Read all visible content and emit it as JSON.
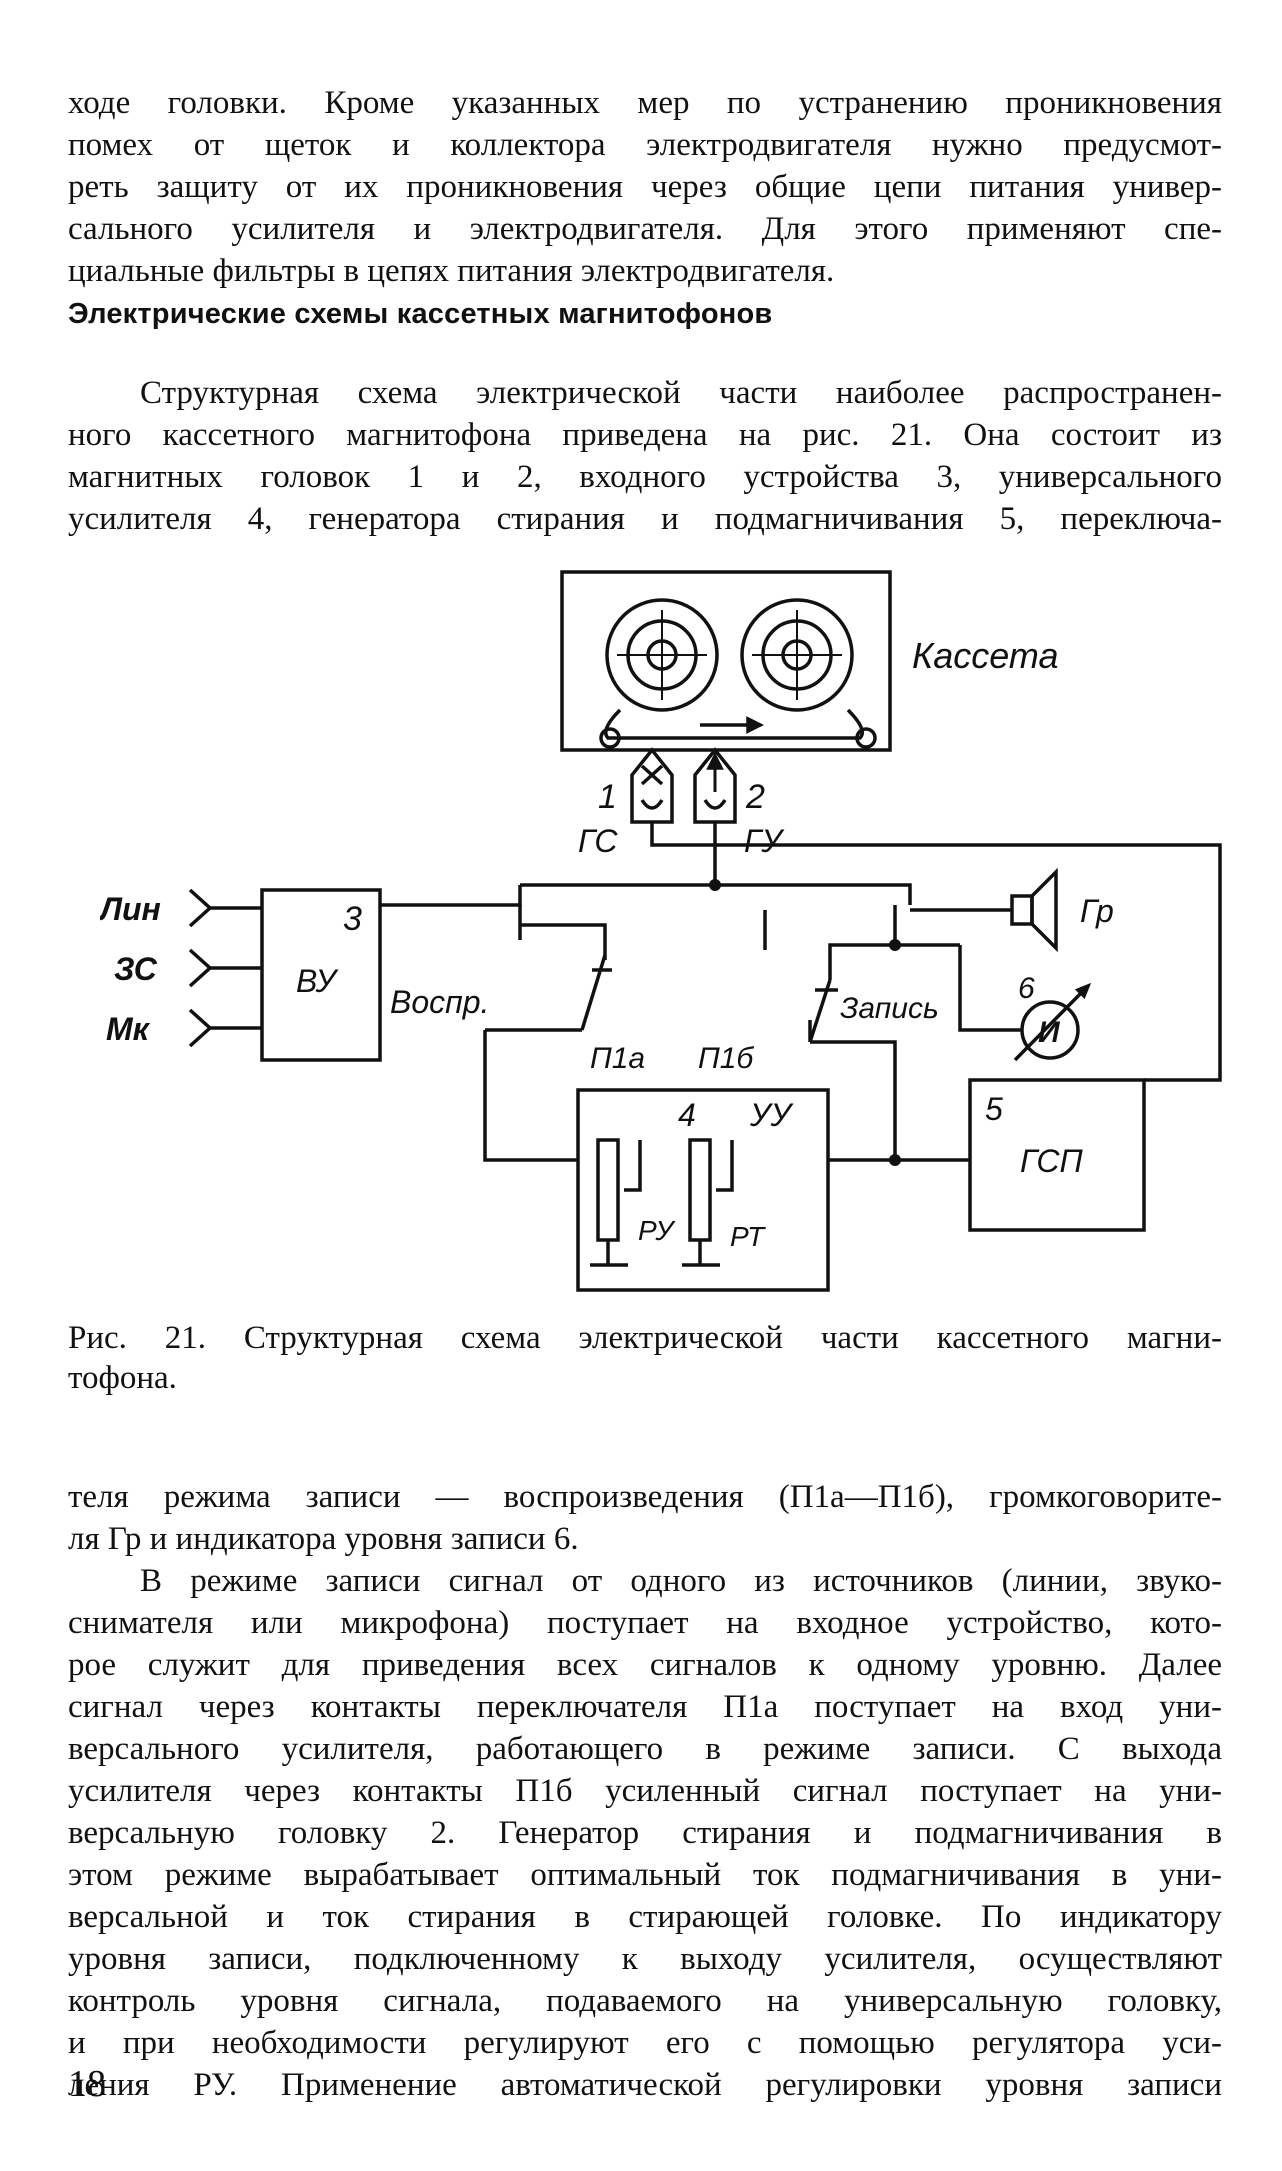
{
  "page": {
    "paragraph1_lines": [
      "ходе головки. Кроме указанных мер по устранению проникновения",
      "помех от щеток и коллектора электродвигателя нужно предусмот-",
      "реть защиту от их проникновения через общие цепи питания универ-",
      "сального усилителя и электродвигателя. Для этого применяют спе-",
      "циальные фильтры в цепях питания электродвигателя."
    ],
    "heading": "Электрические схемы кассетных магнитофонов",
    "paragraph2_lines": [
      "Структурная схема электрической части наиболее распространен-",
      "ного кассетного магнитофона приведена на рис. 21. Она состоит из",
      "магнитных головок 1 и 2, входного устройства 3, универсального",
      "усилителя 4, генератора стирания и подмагничивания 5, переключа-"
    ],
    "caption_lines": [
      "Рис. 21. Структурная схема электрической части кассетного магни-",
      "тофона."
    ],
    "paragraph3_lines": [
      "теля режима записи — воспроизведения (П1а—П1б), громкоговорите-",
      "ля Гр и индикатора уровня записи 6.",
      "В режиме записи сигнал от одного из источников (линии, звуко-",
      "снимателя или микрофона) поступает на входное устройство, кото-",
      "рое служит для приведения всех сигналов к одному уровню. Далее",
      "сигнал через контакты переключателя П1а поступает на вход уни-",
      "версального усилителя, работающего в режиме записи. С выхода",
      "усилителя через контакты П1б усиленный сигнал поступает на уни-",
      "версальную головку 2. Генератор стирания и подмагничивания в",
      "этом режиме вырабатывает оптимальный ток подмагничивания в уни-",
      "версальной и ток стирания в стирающей головке. По индикатору",
      "уровня записи, подключенному к выходу усилителя, осуществляют",
      "контроль уровня сигнала, подаваемого на универсальную головку,",
      "и при необходимости регулируют его с помощью регулятора уси-",
      "ления РУ. Применение автоматической регулировки уровня записи"
    ],
    "page_number": "18"
  },
  "diagram": {
    "cassette_label": "Кассета",
    "head1_number": "1",
    "head1_label": "ГС",
    "head2_number": "2",
    "head2_label": "ГУ",
    "input_line": "Лин",
    "input_pickup": "ЗС",
    "input_mic": "Мк",
    "input_device_number": "3",
    "input_device_label": "ВУ",
    "playback_label": "Воспр.",
    "switch_a_label": "П1а",
    "switch_b_label": "П1б",
    "record_label": "Запись",
    "indicator_number": "6",
    "indicator_label": "И",
    "speaker_label": "Гр",
    "amplifier_number": "4",
    "amplifier_label": "УУ",
    "gain_control_label": "РУ",
    "tone_control_label": "РТ",
    "generator_number": "5",
    "generator_label": "ГСП",
    "ink_color": "#111111"
  }
}
